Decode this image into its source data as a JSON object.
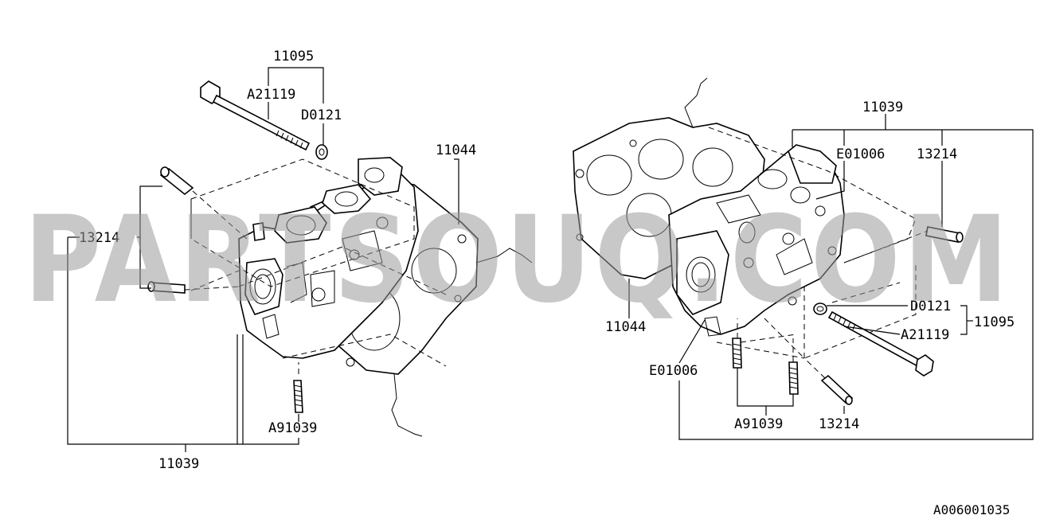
{
  "watermark": "PARTSOUQ.COM",
  "diagram_ref": "A006001035",
  "left": {
    "labels": {
      "bolt_group": "11095",
      "bolt": "A21119",
      "washer": "D0121",
      "gasket": "11044",
      "dowel": "13214",
      "stud": "A91039",
      "head_group": "11039"
    }
  },
  "right": {
    "labels": {
      "head_group": "11039",
      "plug": "E01006",
      "dowel_top": "13214",
      "gasket": "11044",
      "plug_lower": "E01006",
      "washer": "D0121",
      "bolt": "A21119",
      "bolt_group": "11095",
      "stud": "A91039",
      "dowel_bottom": "13214"
    }
  }
}
